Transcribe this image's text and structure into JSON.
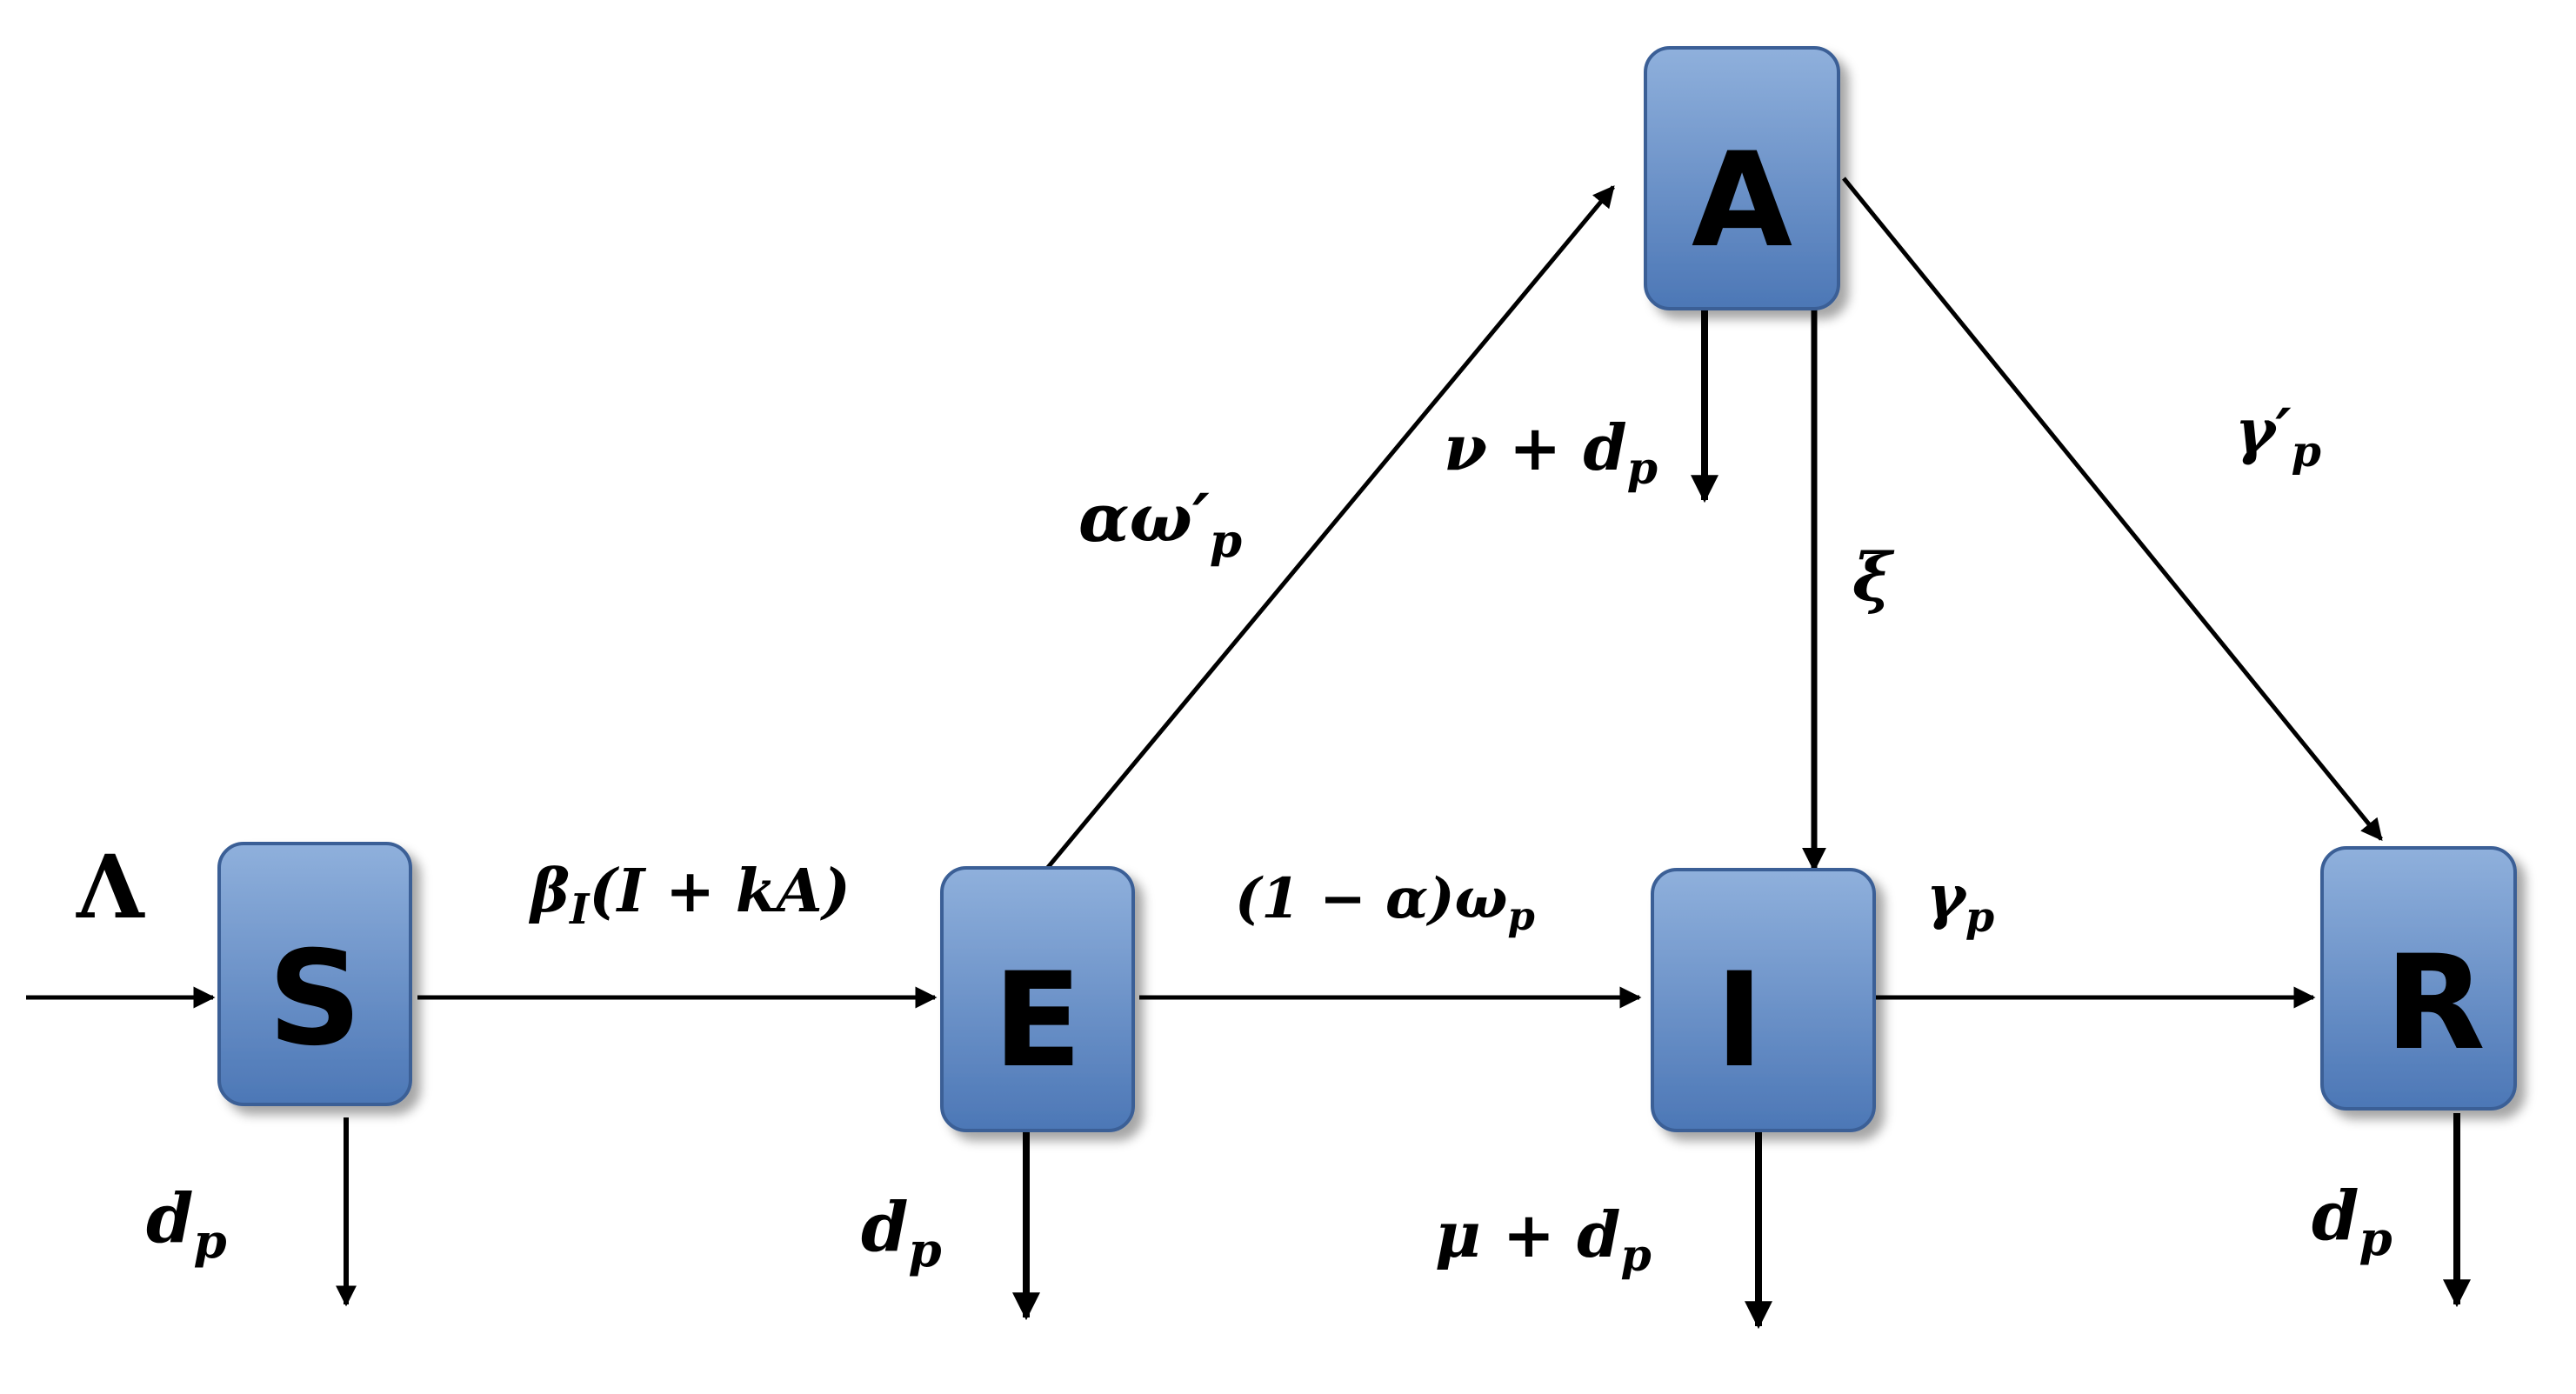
{
  "diagram": {
    "inflow": {
      "label": "Λ"
    },
    "nodes": {
      "S": {
        "letter": "S"
      },
      "E": {
        "letter": "E"
      },
      "A": {
        "letter": "A"
      },
      "I": {
        "letter": "I"
      },
      "R": {
        "letter": "R"
      }
    },
    "edges": {
      "S_E": {
        "main": "β",
        "sub": "I",
        "tail": "(I + kA)"
      },
      "E_I": {
        "main": "(1 − α)ω",
        "sub": "p"
      },
      "E_A": {
        "main": "αω′",
        "sub": "p"
      },
      "A_I": {
        "main": "ξ"
      },
      "A_R": {
        "main": "γ′",
        "sub": "p"
      },
      "I_R": {
        "main": "γ",
        "sub": "p"
      }
    },
    "outflows": {
      "S": {
        "main": "d",
        "sub": "p"
      },
      "E": {
        "main": "d",
        "sub": "p"
      },
      "A": {
        "main": "ν + d",
        "sub": "p"
      },
      "I": {
        "main": "μ + d",
        "sub": "p"
      },
      "R": {
        "main": "d",
        "sub": "p"
      }
    },
    "colors": {
      "node_fill_top": "#8fb0dc",
      "node_fill_bottom": "#4c77b6",
      "node_stroke": "#3a5f96",
      "arrow": "#000000"
    }
  }
}
